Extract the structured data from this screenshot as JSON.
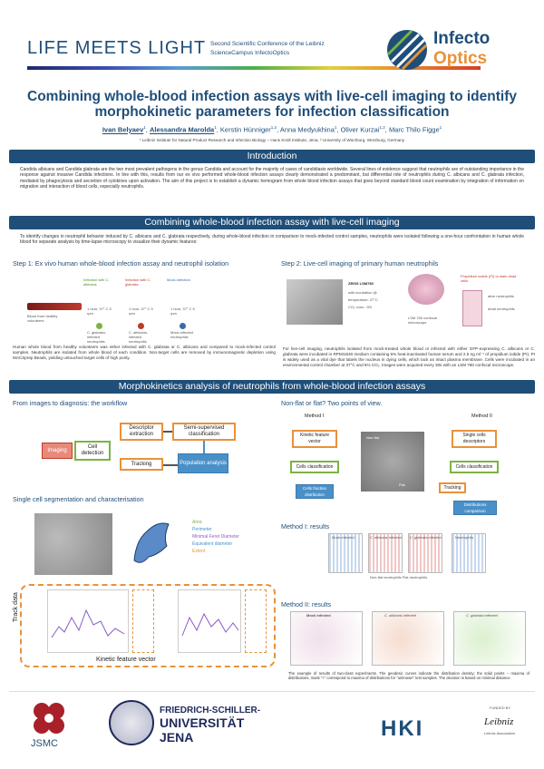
{
  "header": {
    "brand": "LIFE MEETS LIGHT",
    "conference_line1": "Second Scientific Conference of the Leibniz",
    "conference_line2": "ScienceCampus InfectoOptics",
    "logo_line1": "Infecto",
    "logo_line2": "Optics"
  },
  "title": {
    "line1": "Combining whole-blood infection assays with live-cell imaging to identify",
    "line2": "morphokinetic parameters for infection classification"
  },
  "authors": {
    "a1": "Ivan Belyaev",
    "a1_sup": "1",
    "a2": "Alessandra Marolda",
    "a2_sup": "1",
    "a3": "Kerstin Hünniger",
    "a3_sup": "1,2",
    "a4": "Anna Medyukhina",
    "a4_sup": "1",
    "a5": "Oliver Kurzai",
    "a5_sup": "1,2",
    "a6": "Marc Thilo Figge",
    "a6_sup": "1",
    "affiliations": "¹ Leibniz Institute for Natural Product Research and Infection Biology – Hans Knöll Institute, Jena; ² University of Würzburg, Würzburg, Germany"
  },
  "intro": {
    "heading": "Introduction",
    "text": "Candida albicans and Candida glabrata are the two most prevalent pathogens in the genus Candida and account for the majority of cases of candidiasis worldwide. Several lines of evidence suggest that neutrophils are of outstanding importance in the response against invasive Candida infections. In line with this, results from our ex vivo performed whole-blood infection assays clearly demonstrated a predominant, but differential role of neutrophils during C. albicans and C. glabrata infection, mediated by phagocytosis and secretion of cytokines upon activation. The aim of this project is to establish a dynamic hemogram from whole blood infection assays that goes beyond standard blood count examination by integration of information on migration and interaction of blood cells, especially neutrophils."
  },
  "section2": {
    "heading": "Combining whole-blood infection assay with live-cell imaging",
    "text": "To identify changes in neutrophil behavior induced by C. albicans and C. glabrata respectively, during whole-blood infection in comparison to mock-infected control samples, neutrophils were isolated following a one-hour confrontation in human whole blood for separate analysis by time-lapse microscopy to visualize their dynamic features:",
    "step1_title": "Step 1: Ex vivo human whole-blood infection assay and neutrophil isolation",
    "step1_labels": [
      "Infection with C. albicans",
      "Infection with C. glabrata",
      "Mock-infection"
    ],
    "step1_blood": "Blood from healthy volunteers",
    "step1_incub": [
      "1 hour, 37° C 5 rpm",
      "1 hour, 37° C 5 rpm",
      "1 hour, 37° C 5 rpm"
    ],
    "step1_results": [
      "C. glabrata-infected neutrophils",
      "C. albicans-infected neutrophils",
      "Mock-infected neutrophils"
    ],
    "step1_text": "Human whole blood from healthy volunteers was either infected with C. glabrata or C. albicans and compared to mock-infected control samples. Neutrophils are isolated from whole blood of each condition. Non-target cells are removed by immunomagnetic depletion using MACSprep Beads, yielding untouched target cells of high purity.",
    "step2_title": "Step 2: Live-cell imaging of primary human neutrophils",
    "step2_zeiss": "ZEISS LSM780",
    "step2_cond1": "with incubation @",
    "step2_cond2": "temperature: 37°C",
    "step2_cond3": "CO₂ conc.:   5%",
    "step2_scope": "LSM 780 confocal microscope",
    "step2_pi": "Propidium iodide (PI) to stain dead cells",
    "step2_alive": "alive neutrophils",
    "step2_dead": "dead neutrophils",
    "step2_text": "For live-cell imaging, neutrophils isolated from mock-treated whole blood or infected with either GFP-expressing C. albicans or C. glabrata were incubated in RPMI1640 medium containing 5% heat-inactivated human serum and 2.5 ng ml⁻¹ of propidium iodide (PI). PI is widely used as a vital dye that labels the nucleus in dying cells, which lack an intact plasma membrane. Cells were incubated in an environmental control chamber at 37°C and 5% CO₂. Images were acquired every 30s with an LSM 780 confocal microscope."
  },
  "section3": {
    "heading": "Morphokinetics analysis of neutrophils from whole-blood infection assays",
    "workflow_title": "From images to diagnosis: the workflow",
    "wf": {
      "imaging": "Imaging",
      "cell_detection": "Cell detection",
      "descriptor": "Descriptor extraction",
      "semi": "Semi-supervised classification",
      "tracking": "Tracking",
      "population": "Population analysis"
    },
    "seg_title": "Single cell segmentation and characterisation",
    "shape_labels": [
      "Area",
      "Perimeter",
      "Minimal Feret Diameter",
      "Equivalent diameter",
      "Extent"
    ],
    "track_label": "Track data",
    "kinetic_label": "Kinetic feature vector",
    "nonflat_title": "Non-flat or flat? Two points of view.",
    "method1": "Method I",
    "method2": "Method II",
    "m1_boxes": [
      "Kinetic feature vector",
      "Cells classification",
      "Cells fraction distribution"
    ],
    "m2_boxes": [
      "Single cells descriptors",
      "Cells classification",
      "Tracking",
      "Distributions comparison"
    ],
    "cell_labels": [
      "Non-flat",
      "Flat"
    ],
    "results1_title": "Method I: results",
    "results1_panels": [
      "Mock infected",
      "C. albicans infected",
      "C. glabrata infected",
      "Neutrophils"
    ],
    "results1_legend": "Non-flat neutrophils   Flat neutrophils",
    "results2_title": "Method II: results",
    "results2_panels": [
      "Mock infected",
      "C. albicans infected",
      "C. glabrata infected"
    ],
    "results2_caption": "The example of results of two-class experiments. The geodesic curves indicate the distribution density; the solid points – maxima of distributions, mask \"+\" correspond to maxima of distributions for \"unknown\" test samples. The decision is based on minimal distance."
  },
  "footer": {
    "jsmc": "JSMC",
    "fsu1": "FRIEDRICH-SCHILLER-",
    "fsu2": "UNIVERSITÄT",
    "fsu3": "JENA",
    "hki": "HKI",
    "funded": "FUNDED BY",
    "leibniz": "Leibniz",
    "leibniz_sub": "Leibniz Association"
  },
  "colors": {
    "primary": "#1f4e79",
    "accent_orange": "#e8923a",
    "accent_green": "#7cb342",
    "accent_blue": "#4a90c8",
    "accent_red": "#c0392b"
  }
}
